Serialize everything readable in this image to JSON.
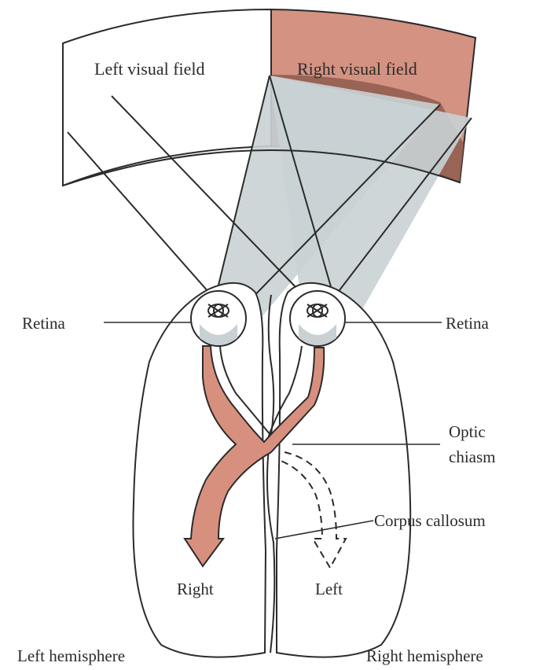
{
  "labels": {
    "left_visual_field": "Left visual field",
    "right_visual_field": "Right visual field",
    "retina_left": "Retina",
    "retina_right": "Retina",
    "optic": "Optic",
    "chiasm": "chiasm",
    "corpus_callosum": "Corpus callosum",
    "right": "Right",
    "left": "Left",
    "left_hemisphere": "Left hemisphere",
    "right_hemisphere": "Right hemisphere"
  },
  "colors": {
    "field_highlight": "#D49282",
    "field_shadow": "#8E5A4E",
    "pathway": "#D8907E",
    "cone": "#C9D1D4",
    "line": "#2b2b2b",
    "background": "#FFFFFF"
  }
}
